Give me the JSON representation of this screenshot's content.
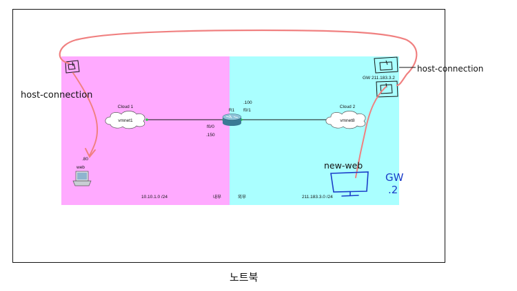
{
  "zones": {
    "inside": {
      "color": "#ffaaff",
      "network": "10.10.1.0 /24",
      "tag": "내부"
    },
    "outside": {
      "color": "#aaffff",
      "network": "211.183.3.0 /24",
      "tag": "외부"
    }
  },
  "cloud1": {
    "title": "Cloud 1",
    "label": "vmnet1"
  },
  "cloud2": {
    "title": "Cloud 2",
    "label": "vmnet8"
  },
  "router": {
    "name": "R1",
    "left_if": "f0/0",
    "left_ip": ".150",
    "right_if": "f0/1",
    "right_ip": ".100"
  },
  "web_host": {
    "ip": ".80",
    "label": "web"
  },
  "gw": {
    "label": "GW 211.183.3.2"
  },
  "annotations": {
    "host_left": "host-connection",
    "host_right": "host-connection",
    "new_web": "new-web",
    "gw_hand": "GW",
    "gw_hand_ip": ".2",
    "bottom": "노트북"
  },
  "colors": {
    "pink_line": "#f08080",
    "blue_ink": "#1a3cc8",
    "link_dot": "#22cc44"
  }
}
